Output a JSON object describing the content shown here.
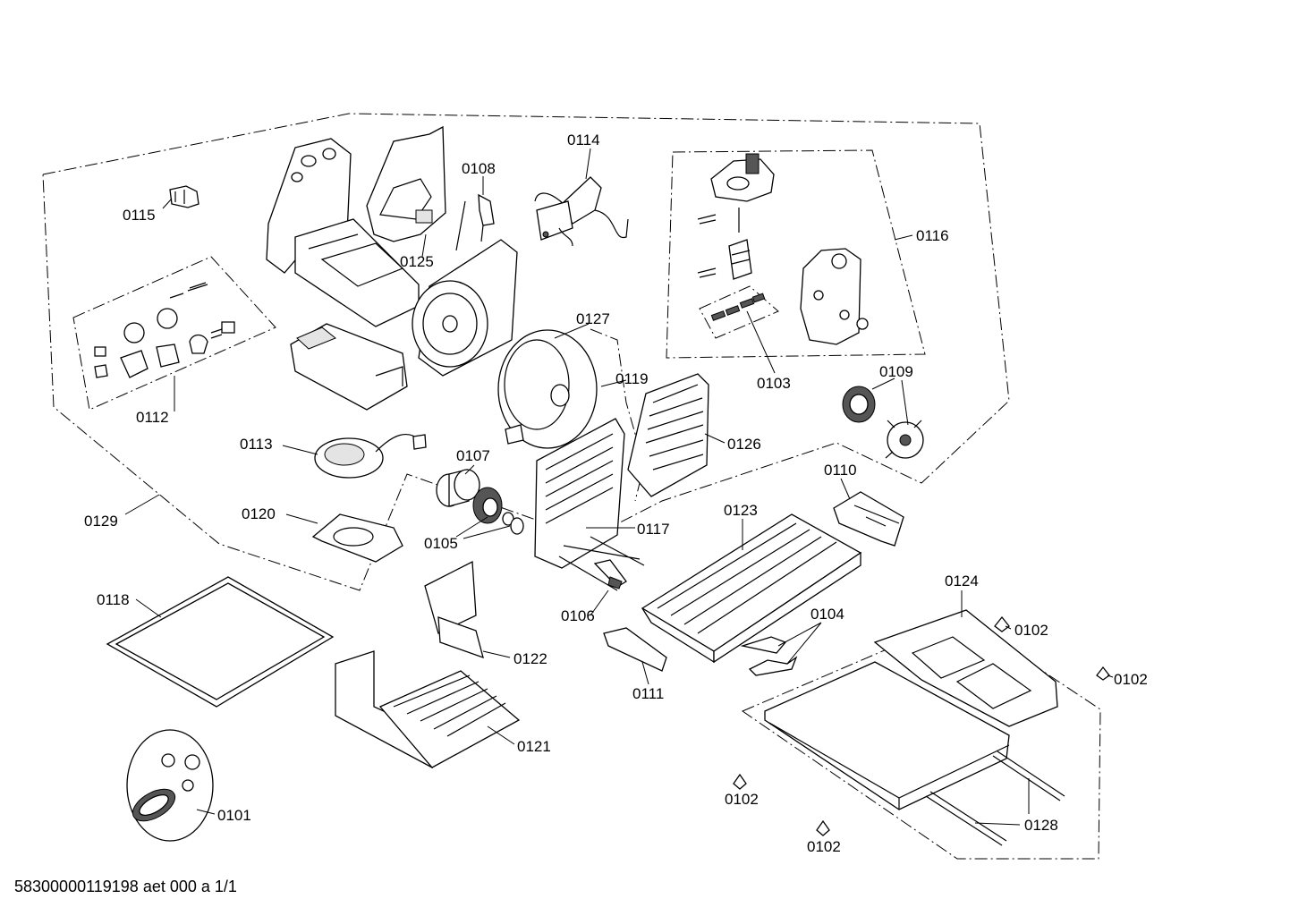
{
  "diagram": {
    "callouts": {
      "c0101": "0101",
      "c0102a": "0102",
      "c0102b": "0102",
      "c0102c": "0102",
      "c0102d": "0102",
      "c0103": "0103",
      "c0104": "0104",
      "c0105": "0105",
      "c0106": "0106",
      "c0107": "0107",
      "c0108": "0108",
      "c0109": "0109",
      "c0110": "0110",
      "c0111": "0111",
      "c0112": "0112",
      "c0113": "0113",
      "c0114": "0114",
      "c0115": "0115",
      "c0116": "0116",
      "c0117": "0117",
      "c0118": "0118",
      "c0119": "0119",
      "c0120": "0120",
      "c0121": "0121",
      "c0122": "0122",
      "c0123": "0123",
      "c0124": "0124",
      "c0125": "0125",
      "c0126": "0126",
      "c0127": "0127",
      "c0128": "0128",
      "c0129": "0129"
    },
    "footer": "58300000119198 aet 000 a 1/1"
  }
}
